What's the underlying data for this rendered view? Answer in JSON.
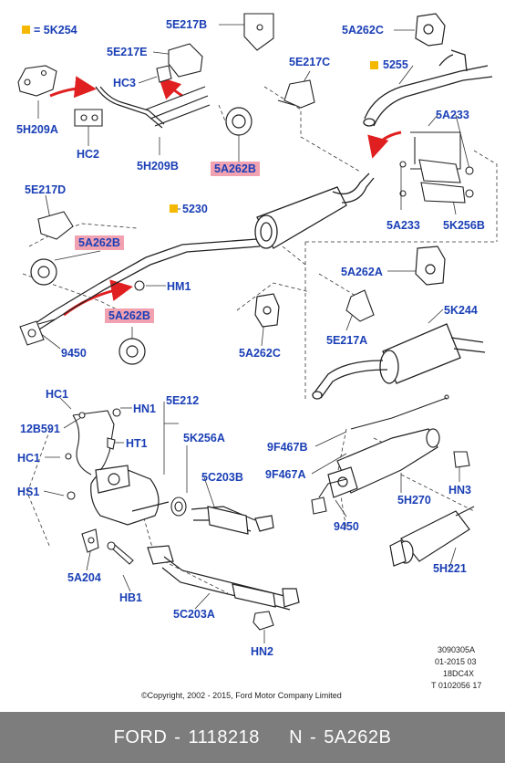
{
  "legend": {
    "label": "= 5K254",
    "color": "#f5b800"
  },
  "callouts": {
    "c_5E217B": "5E217B",
    "c_5E217E": "5E217E",
    "c_HC3": "HC3",
    "c_5H209A": "5H209A",
    "c_HC2": "HC2",
    "c_5H209B": "5H209B",
    "c_5A262B_top": "5A262B",
    "c_5E217C": "5E217C",
    "c_5A262C_top": "5A262C",
    "c_5255": "5255",
    "c_5A233_top": "5A233",
    "c_5A233_bottom": "5A233",
    "c_5K256B": "5K256B",
    "c_5E217D": "5E217D",
    "c_5230": "5230",
    "c_5A262B_left": "5A262B",
    "c_HM1": "HM1",
    "c_5A262B_mid": "5A262B",
    "c_5A262A": "5A262A",
    "c_5K244": "5K244",
    "c_5E217A": "5E217A",
    "c_5A262C_mid": "5A262C",
    "c_9450_left": "9450",
    "c_HC1_top": "HC1",
    "c_HN1": "HN1",
    "c_5E212": "5E212",
    "c_12B591": "12B591",
    "c_HT1": "HT1",
    "c_5K256A": "5K256A",
    "c_HC1_left": "HC1",
    "c_5C203B": "5C203B",
    "c_HS1": "HS1",
    "c_9F467B": "9F467B",
    "c_9F467A": "9F467A",
    "c_5H270": "5H270",
    "c_HN3": "HN3",
    "c_9450_right": "9450",
    "c_5A204": "5A204",
    "c_HB1": "HB1",
    "c_5C203A": "5C203A",
    "c_HN2": "HN2",
    "c_5H221": "5H221"
  },
  "refcode": [
    "3090305A",
    "01-2015 03",
    "18DC4X",
    "T 0102056 17"
  ],
  "copyright": "©Copyright, 2002 - 2015, Ford Motor Company Limited",
  "footer": {
    "brand": "FORD",
    "sep": "-",
    "number": "1118218",
    "n_label": "N",
    "part": "5A262B"
  },
  "colors": {
    "callout": "#1a3fb5",
    "highlight": "#f2a1b1",
    "arrow": "#e02020",
    "footer_bg": "#7d7d7d"
  }
}
